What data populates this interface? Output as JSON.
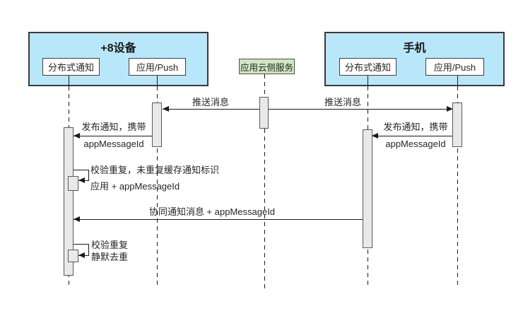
{
  "participants": {
    "device_group_title": "+8设备",
    "device_distributed": "分布式通知",
    "device_app": "应用/Push",
    "cloud_service": "应用云侧服务",
    "phone_group_title": "手机",
    "phone_distributed": "分布式通知",
    "phone_app": "应用/Push"
  },
  "messages": {
    "push_to_device": "推送消息",
    "push_to_phone": "推送消息",
    "publish_device_line1": "发布通知，携带",
    "publish_device_line2": "appMessageId",
    "publish_phone_line1": "发布通知，携带",
    "publish_phone_line2": "appMessageId",
    "verify_cache_line1": "校验重复，未重复缓存通知标识",
    "verify_cache_line2": "应用 + appMessageId",
    "sync_notification": "协同通知消息 + appMessageId",
    "dedupe_line1": "校验重复",
    "dedupe_line2": "静默去重"
  },
  "colors": {
    "group_fill": "#b9e7fa",
    "group_border": "#3a3a3a",
    "cloud_fill": "#cfe7c0",
    "activation_fill": "#e9e9e9",
    "line_color": "#1a1a1a"
  }
}
